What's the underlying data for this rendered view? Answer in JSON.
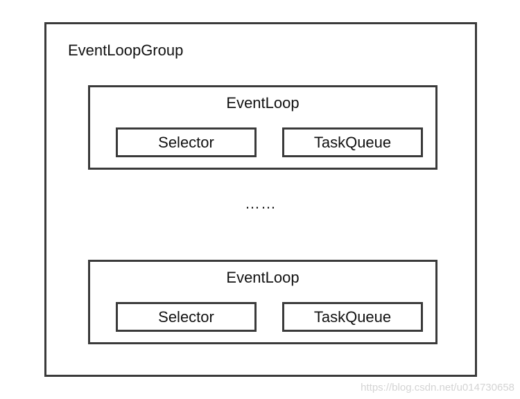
{
  "group": {
    "title": "EventLoopGroup"
  },
  "loops": [
    {
      "title": "EventLoop",
      "left_box": "Selector",
      "right_box": "TaskQueue"
    },
    {
      "title": "EventLoop",
      "left_box": "Selector",
      "right_box": "TaskQueue"
    }
  ],
  "ellipsis": "……",
  "watermark": "https://blog.csdn.net/u014730658"
}
